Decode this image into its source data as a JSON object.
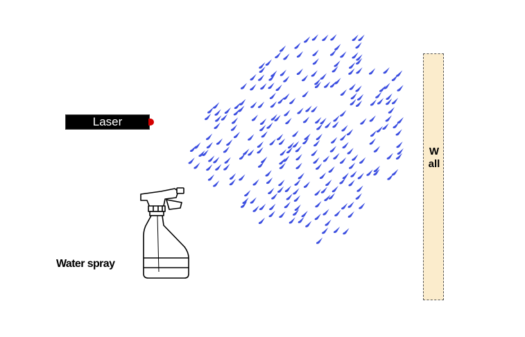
{
  "labels": {
    "laser": "Laser",
    "wall": "W\nall",
    "water_spray": "Water spray"
  },
  "icons": {
    "laser_device": "laser-icon",
    "spray_bottle": "spray-bottle-icon",
    "droplets": "water-droplet-icon"
  },
  "colors": {
    "droplet": "#3b4ee0",
    "laser_body": "#000000",
    "laser_tip": "#d40000",
    "wall_fill": "#fbeccc"
  }
}
